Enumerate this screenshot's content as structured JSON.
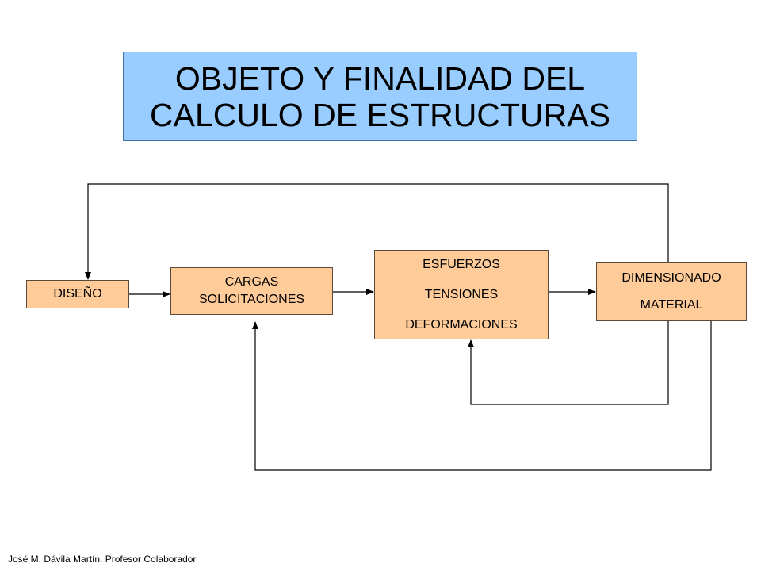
{
  "title": {
    "line1": "OBJETO Y FINALIDAD DEL",
    "line2": "CALCULO DE ESTRUCTURAS"
  },
  "nodes": {
    "diseno": {
      "lines": [
        "DISEÑO"
      ]
    },
    "cargas": {
      "lines": [
        "CARGAS",
        "SOLICITACIONES"
      ]
    },
    "esfuerzos": {
      "lines": [
        "ESFUERZOS",
        "TENSIONES",
        "DEFORMACIONES"
      ]
    },
    "dimensionado": {
      "lines": [
        "DIMENSIONADO",
        "MATERIAL"
      ]
    }
  },
  "footer": "José M. Dávila Martín. Profesor Colaborador",
  "colors": {
    "title_fill": "#99ccff",
    "node_fill": "#ffcc99",
    "line": "#000000"
  }
}
